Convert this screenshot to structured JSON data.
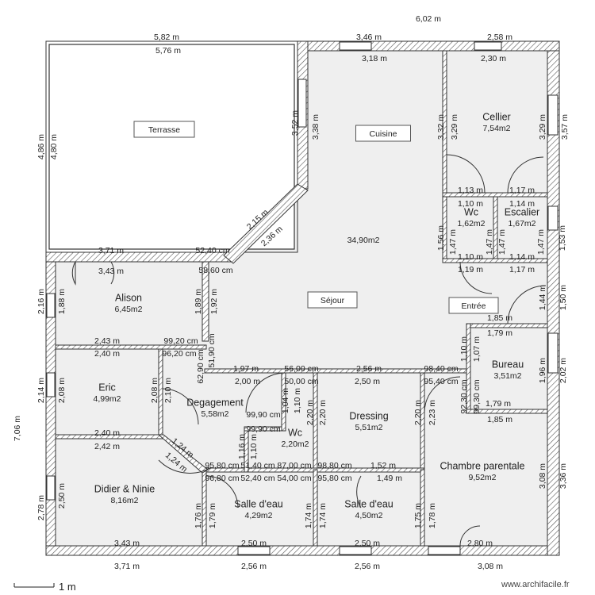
{
  "site": "www.archifacile.fr",
  "scale_label": "1 m",
  "colors": {
    "wall": "#e9e9e9",
    "wall_stroke": "#333333",
    "floor": "#efefef",
    "background": "#ffffff"
  },
  "rooms": [
    {
      "name": "Terrasse",
      "boxed": true
    },
    {
      "name": "Cuisine",
      "boxed": true
    },
    {
      "name": "Séjour",
      "boxed": true,
      "area": "34,90m2"
    },
    {
      "name": "Entrée",
      "boxed": true
    },
    {
      "name": "Cellier",
      "area": "7,54m2"
    },
    {
      "name": "Wc",
      "area": "1,62m2"
    },
    {
      "name": "Escalier",
      "area": "1,67m2"
    },
    {
      "name": "Alison",
      "area": "6,45m2"
    },
    {
      "name": "Eric",
      "area": "4,99m2"
    },
    {
      "name": "Degagement",
      "area": "5,58m2"
    },
    {
      "name": "Wc",
      "area": "2,20m2"
    },
    {
      "name": "Dressing",
      "area": "5,51m2"
    },
    {
      "name": "Didier & Ninie",
      "area": "8,16m2"
    },
    {
      "name": "Bureau",
      "area": "3,51m2"
    },
    {
      "name": "Chambre parentale",
      "area": "9,52m2"
    },
    {
      "name": "Salle d'eau",
      "area": "4,29m2"
    },
    {
      "name": "Salle d'eau",
      "area": "4,50m2"
    }
  ],
  "dimensions": [
    "6,02 m",
    "5,82 m",
    "5,76 m",
    "3,46 m",
    "2,58 m",
    "3,18 m",
    "2,30 m",
    "4,86 m",
    "4,80 m",
    "3,52 m",
    "3,38 m",
    "3,32 m",
    "3,29 m",
    "3,29 m",
    "3,57 m",
    "2,15 m",
    "2,36 m",
    "3,71 m",
    "52,40 cm",
    "3,43 m",
    "58,60 cm",
    "1,13 m",
    "1,17 m",
    "1,10 m",
    "1,14 m",
    "1,56 m",
    "1,47 m",
    "1,47 m",
    "1,47 m",
    "1,47 m",
    "1,53 m",
    "1,10 m",
    "1,14 m",
    "1,19 m",
    "1,17 m",
    "2,16 m",
    "1,88 m",
    "1,89 m",
    "1,92 m",
    "1,44 m",
    "1,50 m",
    "1,85 m",
    "1,79 m",
    "2,43 m",
    "99,20 cm",
    "2,40 m",
    "96,20 cm",
    "62,90 cm",
    "51,90 cm",
    "1,97 m",
    "56,00 cm",
    "2,56 m",
    "98,40 cm",
    "2,00 m",
    "50,00 cm",
    "2,50 m",
    "95,40 cm",
    "1,10 m",
    "1,07 m",
    "1,96 m",
    "2,02 m",
    "2,14 m",
    "2,08 m",
    "2,08 m",
    "2,10 m",
    "7,06 m",
    "92,30 cm",
    "99,30 cm",
    "1,79 m",
    "1,85 m",
    "1,04 m",
    "1,10 m",
    "99,90 cm",
    "99,90 cm",
    "2,20 m",
    "2,20 m",
    "2,20 m",
    "2,23 m",
    "2,40 m",
    "2,42 m",
    "1,24 m",
    "1,24 m",
    "1,16 m",
    "1,10 m",
    "95,80 cm",
    "51,40 cm",
    "87,00 cm",
    "98,80 cm",
    "1,52 m",
    "96,80 cm",
    "52,40 cm",
    "54,00 cm",
    "95,80 cm",
    "1,49 m",
    "2,78 m",
    "2,50 m",
    "1,76 m",
    "1,79 m",
    "1,74 m",
    "1,74 m",
    "1,75 m",
    "1,78 m",
    "3,08 m",
    "3,36 m",
    "3,43 m",
    "2,50 m",
    "2,50 m",
    "2,80 m",
    "3,71 m",
    "2,56 m",
    "2,56 m",
    "3,08 m"
  ]
}
